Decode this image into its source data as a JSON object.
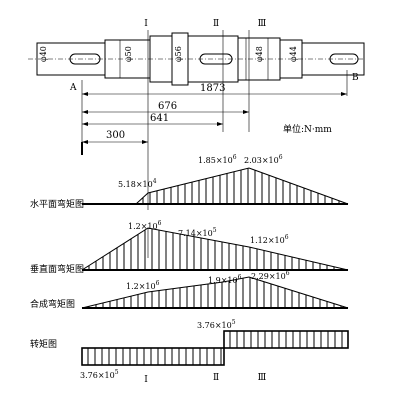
{
  "sections": {
    "s1": "Ⅰ",
    "s2": "Ⅱ",
    "s3": "Ⅲ"
  },
  "points": {
    "a": "A",
    "b": "B"
  },
  "shaft_labels": {
    "d1": "φ40",
    "d2": "φ50",
    "d3": "φ56",
    "d4": "φ48",
    "d5": "φ44"
  },
  "dimensions": {
    "d1873": "1873",
    "d676": "676",
    "d641": "641",
    "d300": "300"
  },
  "unit": "单位:N·mm",
  "diagrams": {
    "horizontal": {
      "label": "水平面弯矩图",
      "values": {
        "v1": {
          "base": "5.18×10",
          "exp": "4"
        },
        "v2": {
          "base": "1.85×10",
          "exp": "6"
        },
        "v3": {
          "base": "2.03×10",
          "exp": "6"
        }
      }
    },
    "vertical": {
      "label": "垂直面弯矩图",
      "values": {
        "v1": {
          "base": "1.2×10",
          "exp": "6"
        },
        "v2": {
          "base": "7.14×10",
          "exp": "5"
        },
        "v3": {
          "base": "1.12×10",
          "exp": "6"
        }
      }
    },
    "combined": {
      "label": "合成弯矩图",
      "values": {
        "v1": {
          "base": "1.2×10",
          "exp": "6"
        },
        "v2": {
          "base": "1.9×10",
          "exp": "6"
        },
        "v3": {
          "base": "2.29×10",
          "exp": "6"
        }
      }
    },
    "torque": {
      "label": "转矩图",
      "values": {
        "v1": {
          "base": "3.76×10",
          "exp": "5"
        },
        "v2": {
          "base": "3.76×10",
          "exp": "5"
        }
      }
    }
  }
}
